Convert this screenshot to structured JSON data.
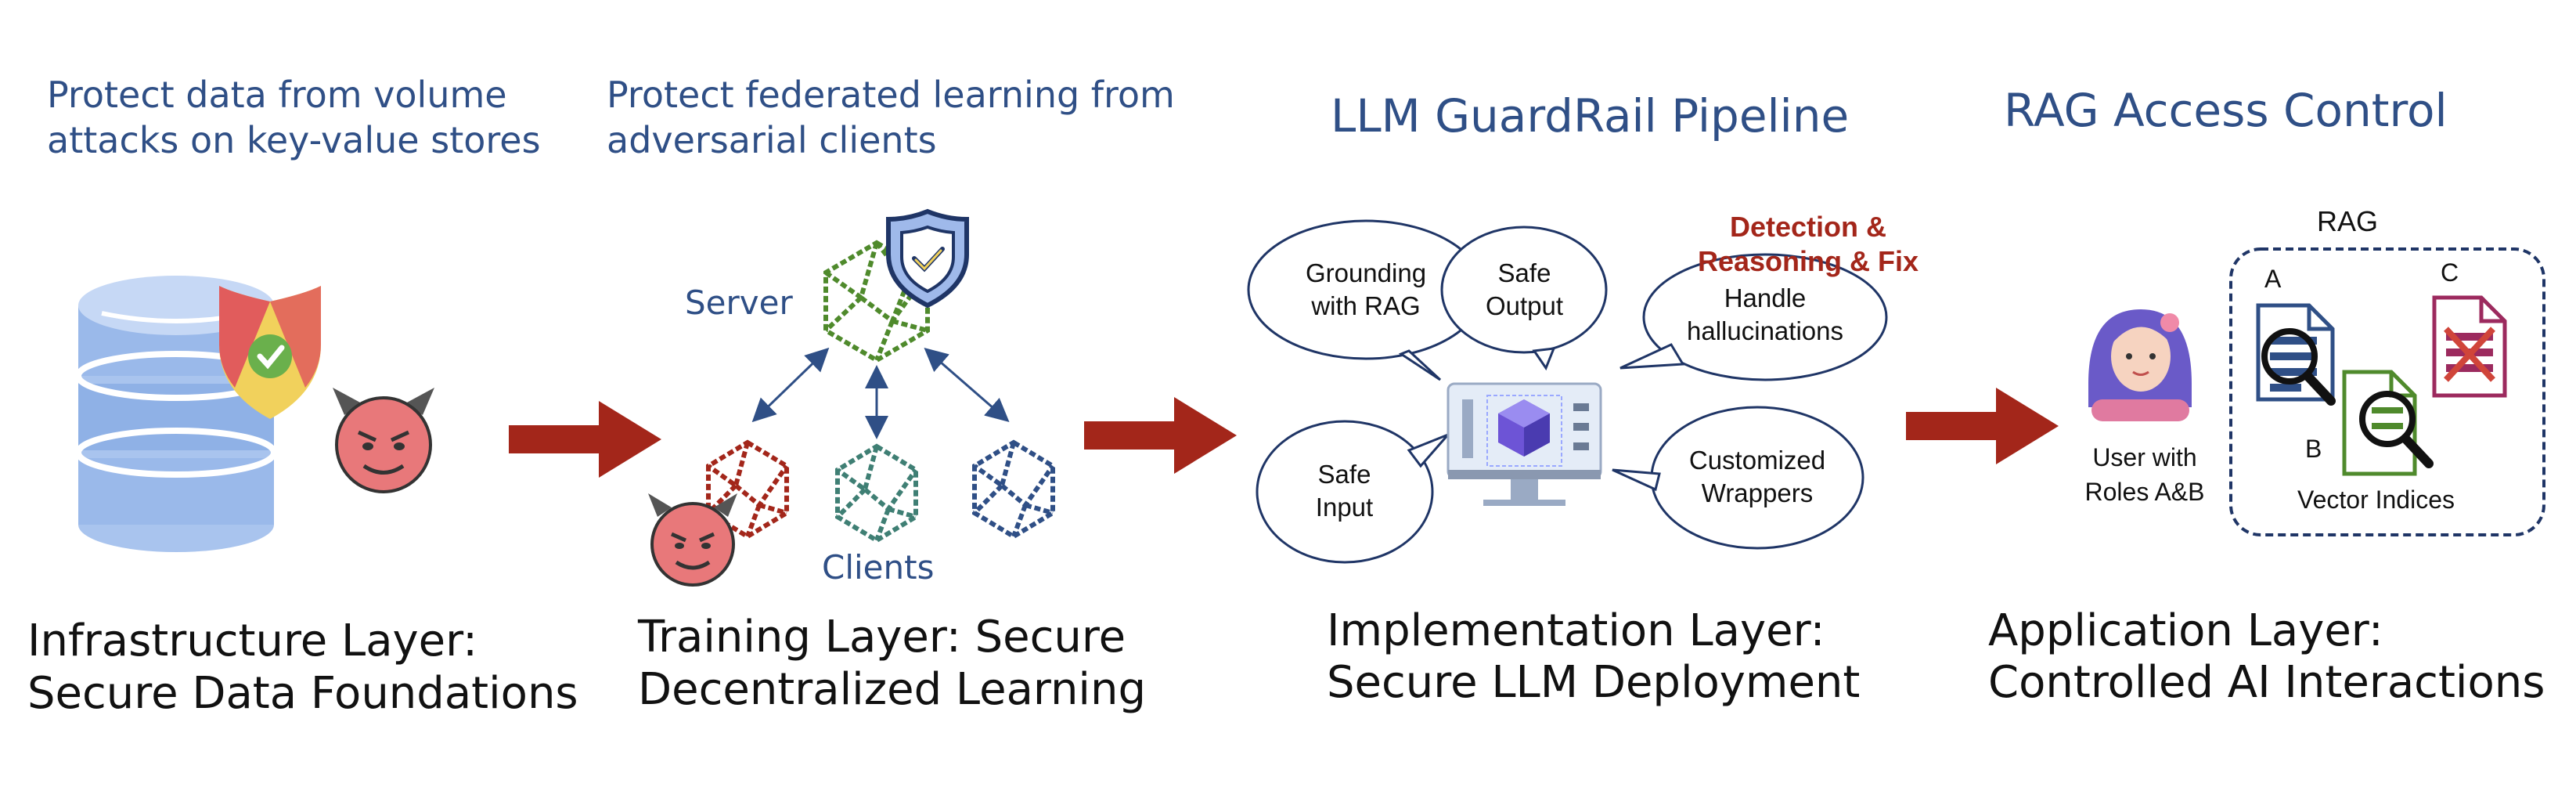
{
  "captions": {
    "infrastructure": [
      "Protect data from volume",
      "attacks on key-value stores"
    ],
    "training": [
      "Protect federated learning from",
      "adversarial clients"
    ],
    "guardrail": "LLM GuardRail Pipeline",
    "rag_access": "RAG Access Control"
  },
  "layers": {
    "infrastructure": [
      "Infrastructure Layer:",
      "Secure Data Foundations"
    ],
    "training": [
      "Training Layer:  Secure",
      "Decentralized Learning"
    ],
    "implementation": [
      "Implementation Layer:",
      "Secure LLM Deployment"
    ],
    "application": [
      "Application Layer:",
      "Controlled AI Interactions"
    ]
  },
  "federated": {
    "server_label": "Server",
    "clients_label": "Clients"
  },
  "guardrail": {
    "detection_label": [
      "Detection &",
      "Reasoning & Fix"
    ],
    "bubbles": {
      "grounding": [
        "Grounding",
        "with RAG"
      ],
      "safe_output": [
        "Safe",
        "Output"
      ],
      "hallucinations": [
        "Handle",
        "hallucinations"
      ],
      "safe_input": [
        "Safe",
        "Input"
      ],
      "wrappers": [
        "Customized",
        "Wrappers"
      ]
    }
  },
  "rag": {
    "box_label": "RAG",
    "doc_a": "A",
    "doc_b": "B",
    "doc_c": "C",
    "vector_label": "Vector Indices",
    "user_label": [
      "User with",
      "Roles A&B"
    ]
  },
  "colors": {
    "caption_blue": "#2f4f86",
    "arrow_red": "#a3261a",
    "db_blue": "#8fb1e6",
    "server_green": "#4f8a2c",
    "client_red": "#a3261a",
    "client_teal": "#3f7f74",
    "client_blue": "#2f4f86"
  }
}
